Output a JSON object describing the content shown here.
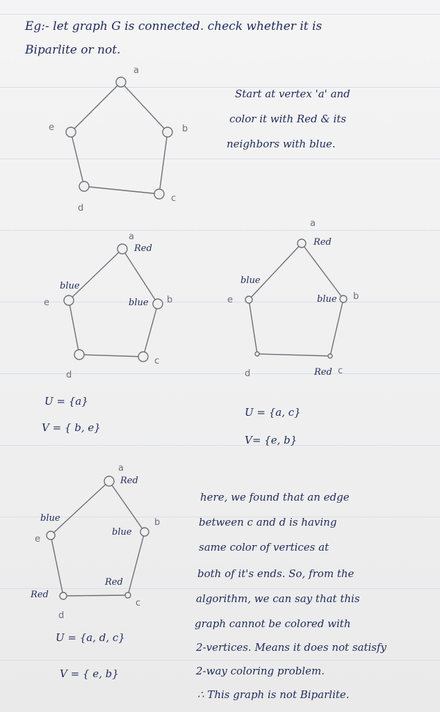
{
  "header": {
    "line1": "Eg:- let graph G is connected. check whether it is",
    "line2": "Biparlite or not."
  },
  "graph1": {
    "vertex_labels": {
      "a": "a",
      "b": "b",
      "c": "c",
      "d": "d",
      "e": "e"
    },
    "instruction": [
      "Start at vertex 'a' and",
      "color it with Red & its",
      "neighbors with blue."
    ]
  },
  "graph2": {
    "vertex_labels": {
      "a": "a",
      "b": "b",
      "c": "c",
      "d": "d",
      "e": "e"
    },
    "colors": {
      "a": "Red",
      "b": "blue",
      "e": "blue"
    },
    "U": "U = {a}",
    "V": "V = { b, e}"
  },
  "graph3": {
    "vertex_labels": {
      "a": "a",
      "b": "b",
      "c": "c",
      "d": "d",
      "e": "e"
    },
    "colors": {
      "a": "Red",
      "b": "blue",
      "c": "Red",
      "e": "blue"
    },
    "U": "U = {a, c}",
    "V": "V= {e, b}"
  },
  "graph4": {
    "vertex_labels": {
      "a": "a",
      "b": "b",
      "c": "c",
      "d": "d",
      "e": "e"
    },
    "colors": {
      "a": "Red",
      "b": "blue",
      "c": "Red",
      "d": "Red",
      "e": "blue"
    },
    "U": "U = {a, d, c}",
    "V": "V = { e, b}"
  },
  "conclusion": [
    "here, we found that an edge",
    "between c and d is having",
    "same color of vertices at",
    "both of it's ends. So, from the",
    "algorithm, we can say that this",
    "graph cannot be colored with",
    "2-vertices. Means it does not satisfy",
    "2-way coloring problem.",
    "∴ This graph is not Biparlite."
  ]
}
